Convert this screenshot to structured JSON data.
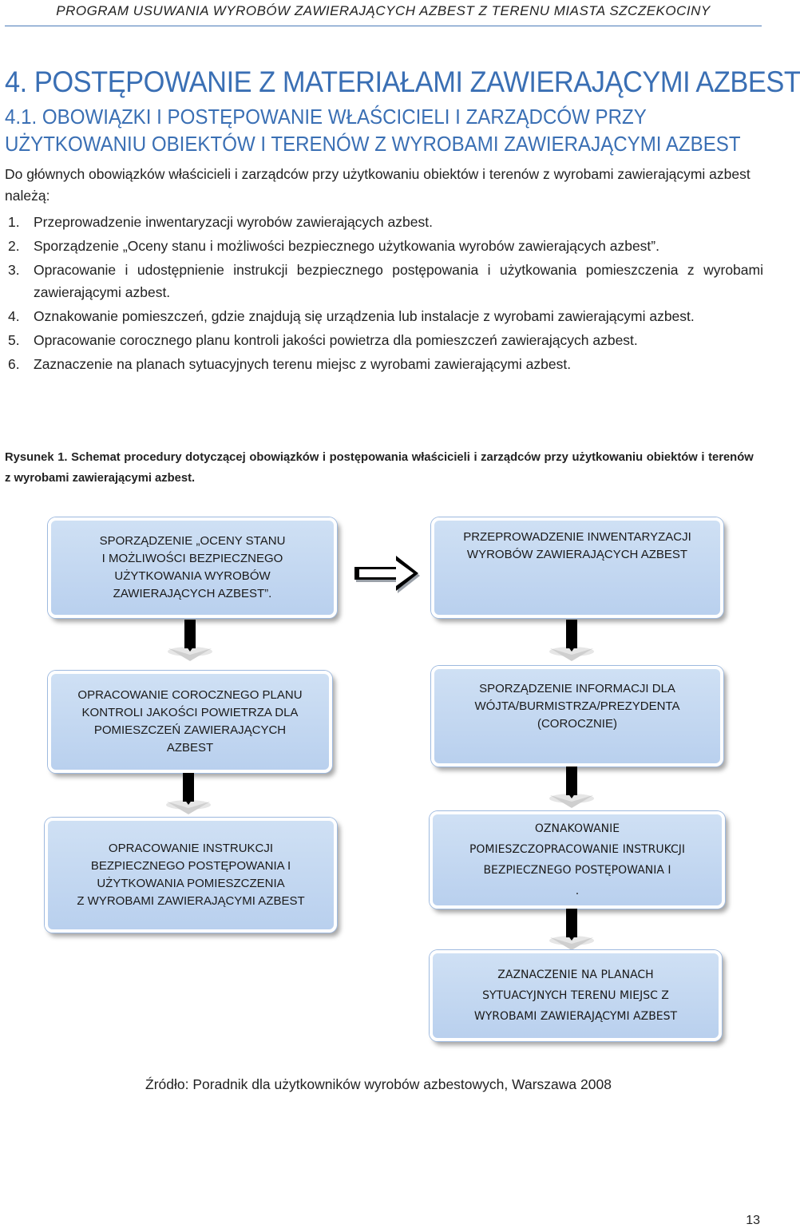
{
  "running_header": "PROGRAM USUWANIA WYROBÓW ZAWIERAJĄCYCH AZBEST Z TERENU MIASTA SZCZEKOCINY",
  "heading1": "4. POSTĘPOWANIE Z MATERIAŁAMI ZAWIERAJĄCYMI AZBEST",
  "heading2": "4.1. OBOWIĄZKI I POSTĘPOWANIE WŁAŚCICIELI I ZARZĄDCÓW PRZY UŻYTKOWANIU OBIEKTÓW I TERENÓW Z WYROBAMI ZAWIERAJĄCYMI AZBEST",
  "intro": "Do głównych obowiązków właścicieli i zarządców przy użytkowaniu obiektów i terenów z wyrobami zawierającymi azbest należą:",
  "list": [
    {
      "num": "1.",
      "text": "Przeprowadzenie inwentaryzacji wyrobów zawierających azbest."
    },
    {
      "num": "2.",
      "text": "Sporządzenie „Oceny stanu i możliwości bezpiecznego użytkowania wyrobów zawierających azbest”."
    },
    {
      "num": "3.",
      "text": "Opracowanie i udostępnienie instrukcji bezpiecznego postępowania i użytkowania pomieszczenia z wyrobami zawierającymi azbest."
    },
    {
      "num": "4.",
      "text": "Oznakowanie pomieszczeń, gdzie znajdują się urządzenia lub instalacje z wyrobami zawierającymi azbest."
    },
    {
      "num": "5.",
      "text": "Opracowanie corocznego planu kontroli jakości powietrza dla pomieszczeń zawierających azbest."
    },
    {
      "num": "6.",
      "text": "Zaznaczenie na planach sytuacyjnych terenu miejsc z wyrobami zawierającymi azbest."
    }
  ],
  "caption": "Rysunek 1. Schemat procedury dotyczącej obowiązków i postępowania właścicieli i zarządców przy użytkowaniu obiektów i terenów z wyrobami zawierającymi azbest.",
  "diagram": {
    "box_inwentaryzacja": "PRZEPROWADZENIE INWENTARYZACJI\nWYROBÓW ZAWIERAJĄCYCH AZBEST",
    "box_ocena": "SPORZĄDZENIE „OCENY STANU\nI MOŻLIWOŚCI BEZPIECZNEGO\nUŻYTKOWANIA WYROBÓW\nZAWIERAJĄCYCH AZBEST”.",
    "box_informacja": "SPORZĄDZENIE INFORMACJI DLA\nWÓJTA/BURMISTRZA/PREZYDENTA\n(COROCZNIE)",
    "box_plan_kontroli": "OPRACOWANIE COROCZNEGO PLANU\nKONTROLI JAKOŚCI POWIETRZA DLA\nPOMIESZCZEŃ ZAWIERAJĄCYCH\nAZBEST",
    "box_instrukcja": "OPRACOWANIE INSTRUKCJI\nBEZPIECZNEGO POSTĘPOWANIA I\nUŻYTKOWANIA POMIESZCZENIA\nZ WYROBAMI ZAWIERAJĄCYMI AZBEST",
    "box_oznakowanie": "OZNAKOWANIE\nPOMIESZCZOPRACOWANIE INSTRUKCJI\nBEZPIECZNEGO POSTĘPOWANIA I\n.",
    "box_zaznaczenie": "ZAZNACZENIE NA PLANACH\nSYTUACYJNYCH TERENU MIEJSC Z\nWYROBAMI ZAWIERAJĄCYMI AZBEST",
    "box_color": "#c6daf2",
    "arrow_color": "#000000"
  },
  "source": "Źródło: Poradnik dla użytkowników wyrobów azbestowych, Warszawa 2008",
  "page_number": "13"
}
